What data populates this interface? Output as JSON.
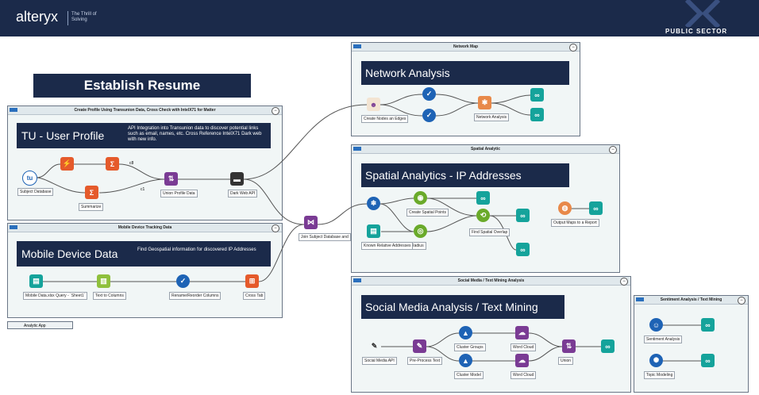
{
  "header": {
    "logo": "alteryx",
    "tagline": "The Thrill of Solving",
    "badge": "PUBLIC SECTOR"
  },
  "banner": "Establish Resume",
  "containers": {
    "tu": "Create Profile Using Transunion Data, Cross Check with IntelX71 for Matter",
    "mobile": "Mobile Device Tracking Data",
    "network": "Network Map",
    "spatial": "Spatial Analytic",
    "social": "Social Media / Text Mining Analysis",
    "sentiment": "Sentiment Analysis / Text Mining",
    "analytic_app": "Analytic App"
  },
  "panels": {
    "tu": {
      "title": "TU - User Profile",
      "desc": "API Integration into Transunion data to discover potential links such as email, names, etc. Cross Reference IntelX71 Dark web with new info."
    },
    "mobile": {
      "title": "Mobile Device Data",
      "desc": "Find Geospatial information for discovered IP Addresses"
    },
    "network": {
      "title": "Network Analysis"
    },
    "spatial": {
      "title": "Spatial Analytics - IP Addresses"
    },
    "social": {
      "title": "Social Media Analysis / Text Mining"
    }
  },
  "labels": {
    "subject_database": "Subject Database",
    "summarize": "Summarize",
    "union_profile": "Union Profile Data",
    "dark_web_api": "Dark Web API",
    "join_subject": "Join Subject Database and",
    "mobile_query": "Mobile Data.xlsx Query - `Sheet1`",
    "text_to_columns": "Text to Columns",
    "rename_reorder": "Rename/Reorder Columns",
    "cross_tab": "Cross Tab",
    "create_nodes": "Create Nodes an Edges",
    "network_analysis": "Network Analysis",
    "create_spatial": "Create Spatial Points",
    "find_spatial": "Find Spatial Overlap",
    "radius": "Radius",
    "known_relative": "Known Relative Addresses",
    "output_maps": "Output Maps to a Report",
    "social_api": "Social Media API",
    "preprocess": "Pre-Process Text",
    "cluster_groups": "Cluster Groups",
    "cluster_model": "Cluster Model",
    "word_cloud_top": "Word Cloud",
    "word_cloud_bottom": "Word Cloud",
    "union": "Union",
    "sentiment_analysis": "Sentiment Analysis",
    "topic_modeling": "Topic Modeling",
    "c8": "c8",
    "c1": "c1"
  },
  "colors": {
    "navy": "#1b2a4a",
    "teal": "#15a39b",
    "blue": "#1e63b5",
    "orange": "#e55a2b",
    "purple": "#7a3b94",
    "green": "#6aaa2a",
    "lime": "#8fc03c",
    "dark": "#333333",
    "peach": "#e8894a"
  },
  "icons": {
    "browse": "binoculars-icon",
    "input": "book-icon",
    "check": "checkmark-icon",
    "union": "union-icon",
    "sum": "sigma-icon",
    "formula": "formula-icon"
  }
}
